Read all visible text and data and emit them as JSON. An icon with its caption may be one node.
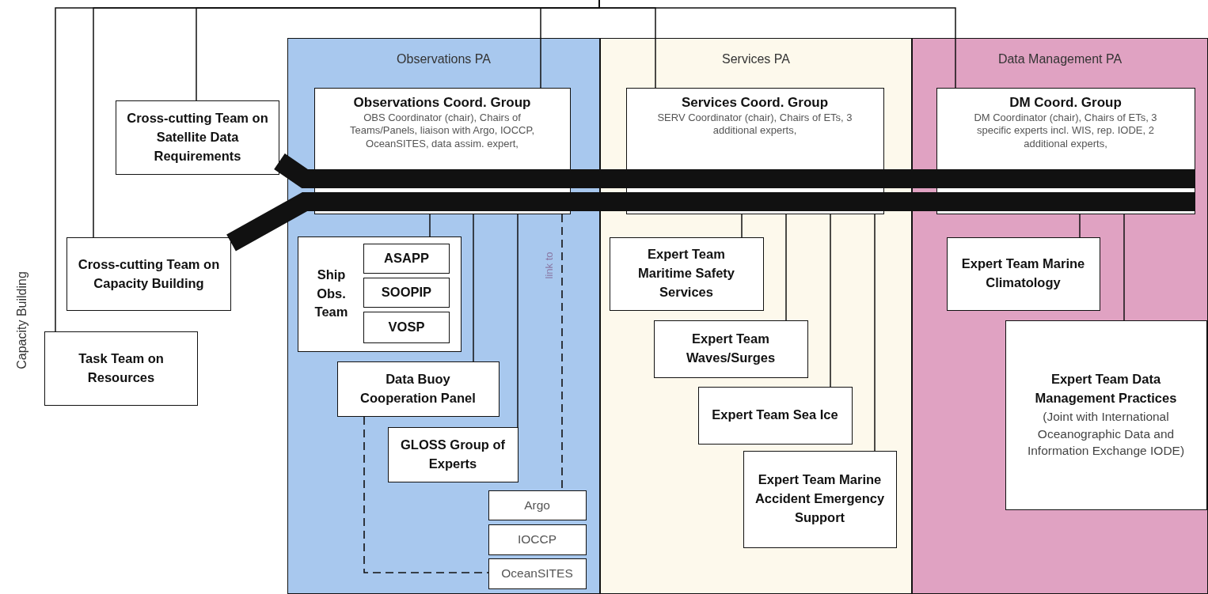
{
  "diagram": {
    "nodes": [
      {
        "text": [
          "Observations PA"
        ]
      },
      {
        "text": [
          "Services PA"
        ]
      },
      {
        "text": [
          "Data Management PA"
        ]
      },
      {
        "text": [
          "Observations Coord. Group",
          "OBS Coordinator (chair), Chairs of Teams/Panels, liaison with Argo, IOCCP, OceanSITES, data assim. expert,"
        ],
        "in": 0
      },
      {
        "text": [
          "Services Coord. Group",
          "SERV Coordinator (chair), Chairs of ETs, 3 additional experts,"
        ],
        "in": 1
      },
      {
        "text": [
          "DM Coord. Group",
          "DM Coordinator (chair), Chairs of ETs, 3 specific experts incl. WIS, rep. IODE, 2 additional experts,"
        ],
        "in": 2
      },
      {
        "text": [
          "Cross-cutting Team on Satellite Data Requirements"
        ]
      },
      {
        "text": [
          "Cross-cutting Team on Capacity Building"
        ]
      },
      {
        "text": [
          "Task Team on Resources"
        ]
      },
      {
        "text": [
          "Ship Obs. Team"
        ],
        "in": 0
      },
      {
        "text": [
          "ASAPP"
        ],
        "in": 9
      },
      {
        "text": [
          "SOOPIP"
        ],
        "in": 9
      },
      {
        "text": [
          "VOSP"
        ],
        "in": 9
      },
      {
        "text": [
          "Data Buoy Cooperation Panel"
        ],
        "in": 0
      },
      {
        "text": [
          "GLOSS Group of Experts"
        ],
        "in": 0
      },
      {
        "text": [
          "Argo"
        ],
        "in": 0
      },
      {
        "text": [
          "IOCCP"
        ],
        "in": 0
      },
      {
        "text": [
          "OceanSITES"
        ],
        "in": 0
      },
      {
        "text": [
          "Expert Team Maritime Safety Services"
        ],
        "in": 1
      },
      {
        "text": [
          "Expert Team Waves/Surges"
        ],
        "in": 1
      },
      {
        "text": [
          "Expert Team Sea Ice"
        ],
        "in": 1
      },
      {
        "text": [
          "Expert Team Marine Accident Emergency Support"
        ],
        "in": 1
      },
      {
        "text": [
          "Expert Team Marine Climatology"
        ],
        "in": 2
      },
      {
        "text": [
          "Expert Team Data Management Practices",
          "(Joint with International Oceanographic Data and Information Exchange IODE)"
        ],
        "in": 2
      }
    ],
    "edges": [
      {
        "from": null,
        "to": 8,
        "arrow": "none"
      },
      {
        "from": null,
        "to": 7,
        "arrow": "none"
      },
      {
        "from": null,
        "to": 6,
        "arrow": "none"
      },
      {
        "from": null,
        "to": 3,
        "arrow": "none"
      },
      {
        "from": null,
        "to": 4,
        "arrow": "none"
      },
      {
        "from": null,
        "to": 5,
        "arrow": "none"
      },
      {
        "from": 6,
        "to": 3,
        "arrow": "none",
        "style": "thick"
      },
      {
        "from": 7,
        "to": 3,
        "arrow": "none",
        "style": "thick"
      },
      {
        "from": 3,
        "to": 9,
        "arrow": "none"
      },
      {
        "from": 3,
        "to": 13,
        "arrow": "none"
      },
      {
        "from": 3,
        "to": 14,
        "arrow": "none"
      },
      {
        "from": 3,
        "to": 15,
        "arrow": "none",
        "style": "dashed",
        "label": "link to"
      },
      {
        "from": 13,
        "to": 17,
        "arrow": "none",
        "style": "dashed"
      },
      {
        "from": 4,
        "to": 18,
        "arrow": "none"
      },
      {
        "from": 4,
        "to": 19,
        "arrow": "none"
      },
      {
        "from": 4,
        "to": 20,
        "arrow": "none"
      },
      {
        "from": 4,
        "to": 21,
        "arrow": "none"
      },
      {
        "from": 5,
        "to": 22,
        "arrow": "none"
      },
      {
        "from": 5,
        "to": 23,
        "arrow": "none"
      }
    ],
    "labels": [
      "Capacity Building"
    ]
  }
}
